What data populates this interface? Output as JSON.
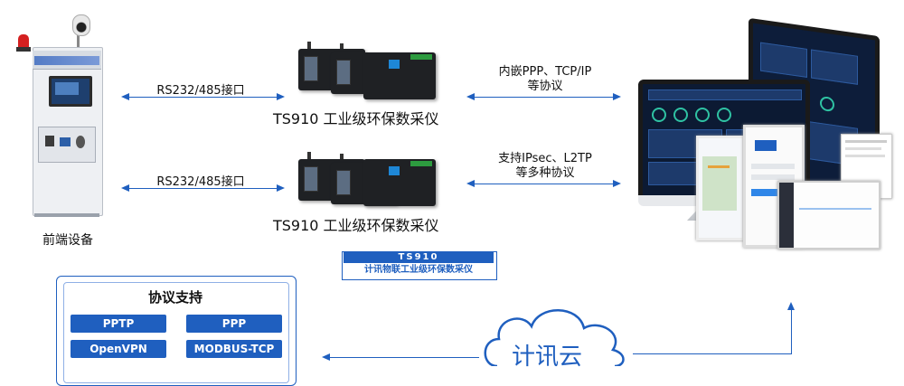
{
  "front_device": {
    "label": "前端设备"
  },
  "links": {
    "top_left": "RS232/485接口",
    "bottom_left": "RS232/485接口",
    "top_right": [
      "内嵌PPP、TCP/IP",
      "等协议"
    ],
    "bottom_right": [
      "支持IPsec、L2TP",
      "等多种协议"
    ]
  },
  "devices": {
    "top_name": "TS910 工业级环保数采仪",
    "bottom_name": "TS910 工业级环保数采仪"
  },
  "badge": {
    "model": "TS910",
    "name": "计讯物联工业级环保数采仪"
  },
  "protocol_box": {
    "title": "协议支持",
    "items": [
      "PPTP",
      "PPP",
      "OpenVPN",
      "MODBUS-TCP"
    ]
  },
  "cloud": {
    "label": "计讯云"
  },
  "colors": {
    "accent": "#1f5fbf",
    "device": "#1f2124",
    "beacon": "#d42020"
  }
}
